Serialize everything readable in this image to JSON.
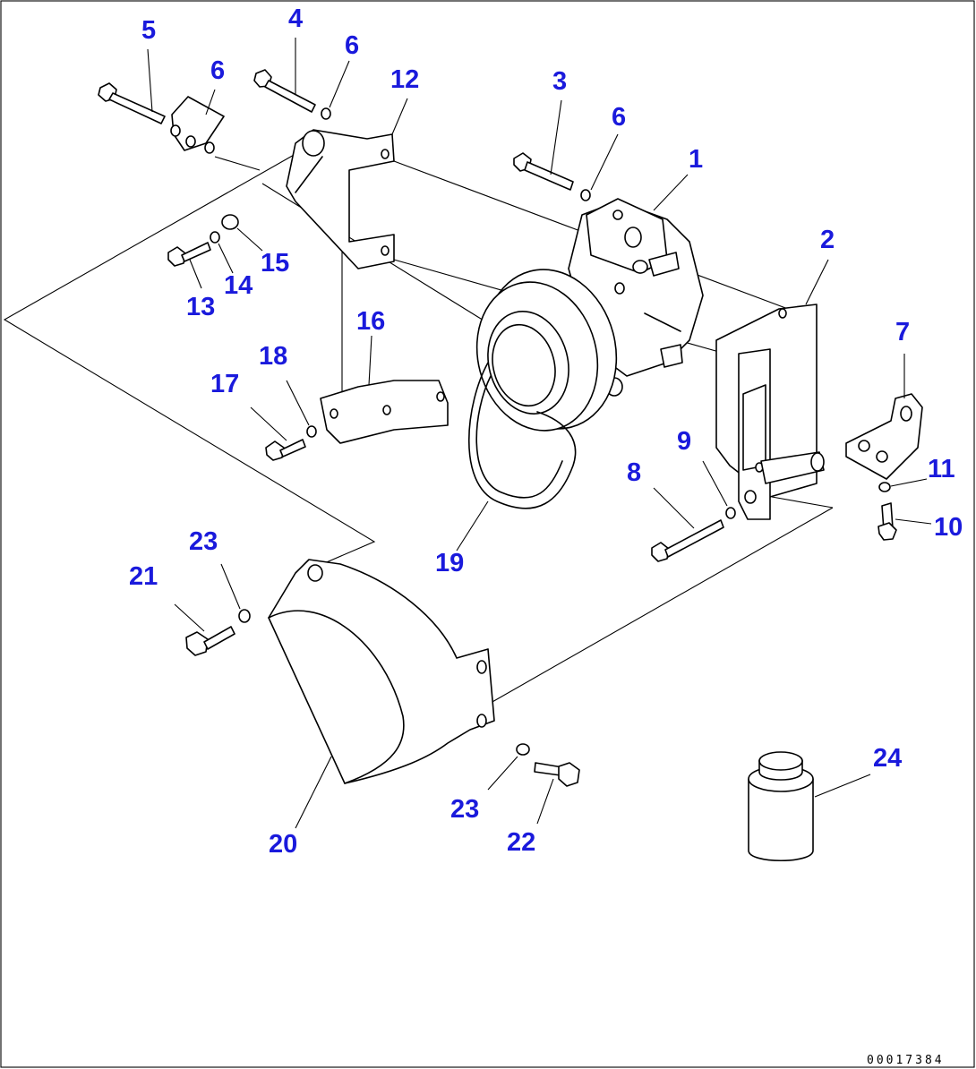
{
  "diagram": {
    "callouts": [
      {
        "id": "1",
        "text": "1"
      },
      {
        "id": "2",
        "text": "2"
      },
      {
        "id": "3",
        "text": "3"
      },
      {
        "id": "4",
        "text": "4"
      },
      {
        "id": "5",
        "text": "5"
      },
      {
        "id": "6a",
        "text": "6"
      },
      {
        "id": "6b",
        "text": "6"
      },
      {
        "id": "6c",
        "text": "6"
      },
      {
        "id": "7",
        "text": "7"
      },
      {
        "id": "8",
        "text": "8"
      },
      {
        "id": "9",
        "text": "9"
      },
      {
        "id": "10",
        "text": "10"
      },
      {
        "id": "11",
        "text": "11"
      },
      {
        "id": "12",
        "text": "12"
      },
      {
        "id": "13",
        "text": "13"
      },
      {
        "id": "14",
        "text": "14"
      },
      {
        "id": "15",
        "text": "15"
      },
      {
        "id": "16",
        "text": "16"
      },
      {
        "id": "17",
        "text": "17"
      },
      {
        "id": "18",
        "text": "18"
      },
      {
        "id": "19",
        "text": "19"
      },
      {
        "id": "20",
        "text": "20"
      },
      {
        "id": "21",
        "text": "21"
      },
      {
        "id": "22",
        "text": "22"
      },
      {
        "id": "23a",
        "text": "23"
      },
      {
        "id": "23b",
        "text": "23"
      },
      {
        "id": "24",
        "text": "24"
      }
    ],
    "drawing_code": "00017384",
    "label_color": "#1a1adc",
    "line_color": "#000000"
  }
}
